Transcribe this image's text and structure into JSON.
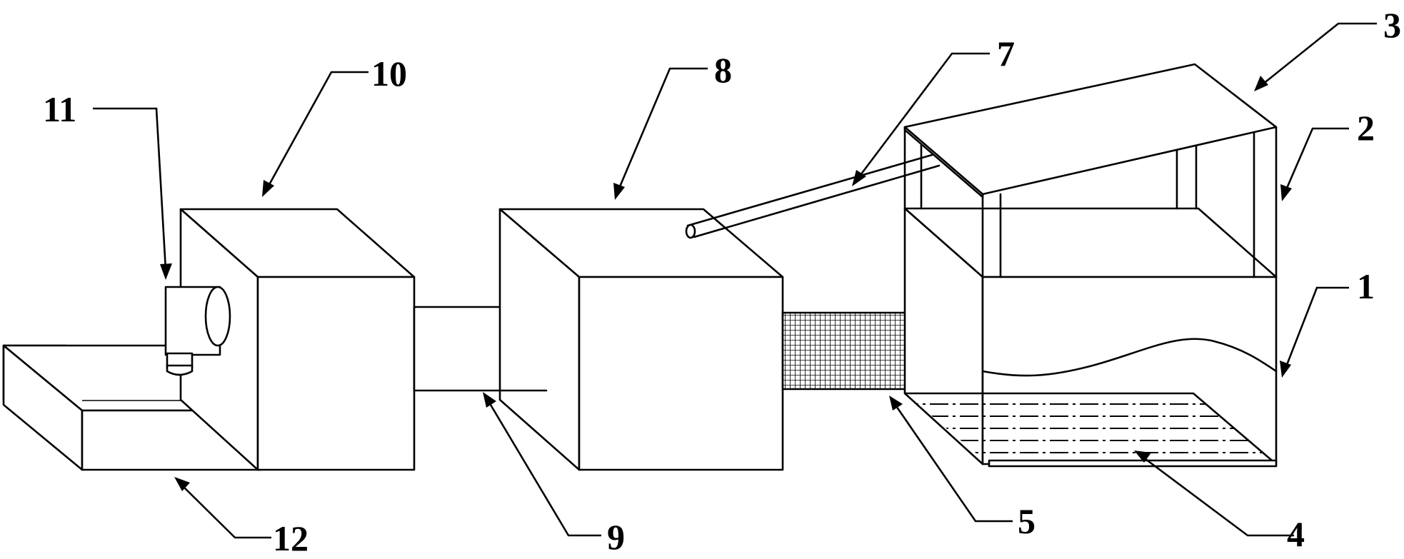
{
  "callouts": [
    {
      "id": "c1",
      "label": "1"
    },
    {
      "id": "c2",
      "label": "2"
    },
    {
      "id": "c3",
      "label": "3"
    },
    {
      "id": "c4",
      "label": "4"
    },
    {
      "id": "c5",
      "label": "5"
    },
    {
      "id": "c7",
      "label": "7"
    },
    {
      "id": "c8",
      "label": "8"
    },
    {
      "id": "c9",
      "label": "9"
    },
    {
      "id": "c10",
      "label": "10"
    },
    {
      "id": "c11",
      "label": "11"
    },
    {
      "id": "c12",
      "label": "12"
    }
  ]
}
